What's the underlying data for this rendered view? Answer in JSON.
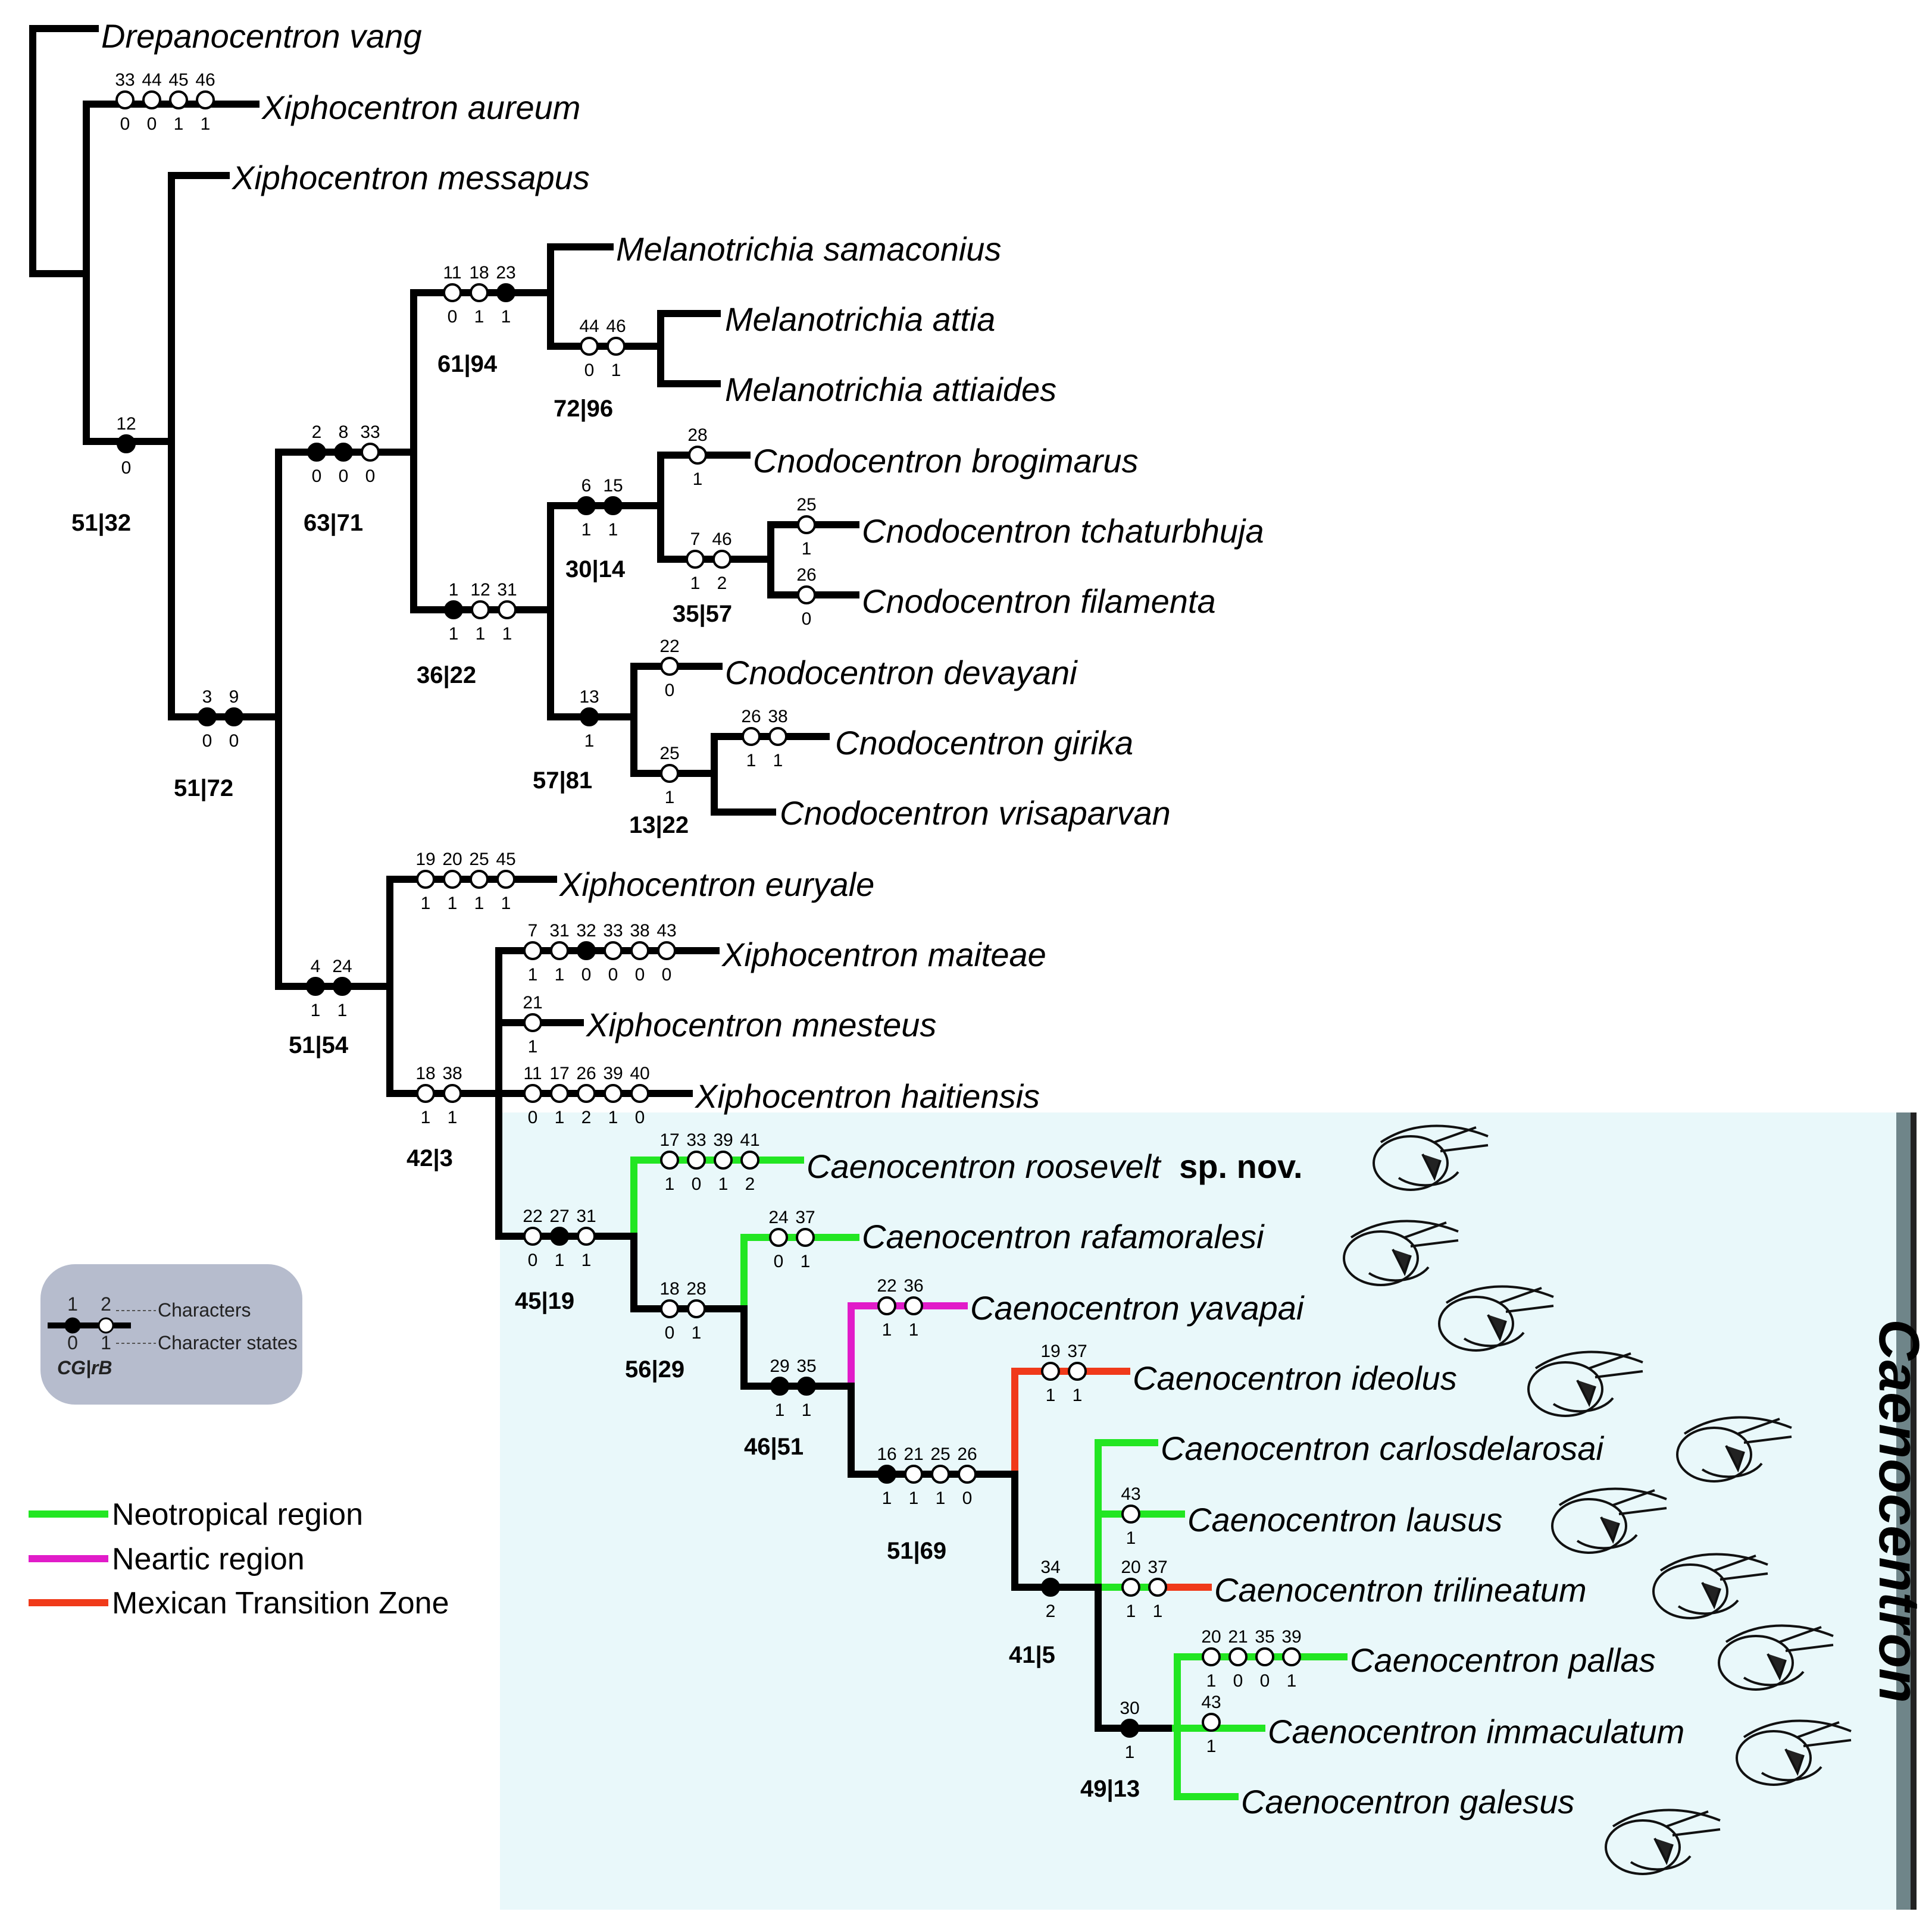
{
  "colors": {
    "black": "#000000",
    "neotropical": "#22e622",
    "nearctic": "#e11cc9",
    "mexican": "#f03a1a",
    "highlight_bg": "#e9f8fa",
    "key_bg": "#b6bccd"
  },
  "taxa": {
    "t01": "Drepanocentron vang",
    "t02": "Xiphocentron aureum",
    "t03": "Xiphocentron messapus",
    "t04": "Melanotrichia samaconius",
    "t05": "Melanotrichia attia",
    "t06": "Melanotrichia attiaides",
    "t07": "Cnodocentron brogimarus",
    "t08": "Cnodocentron tchaturbhuja",
    "t09": "Cnodocentron filamenta",
    "t10": "Cnodocentron devayani",
    "t11": "Cnodocentron girika",
    "t12": "Cnodocentron vrisaparvan",
    "t13": "Xiphocentron euryale",
    "t14": "Xiphocentron maiteae",
    "t15": "Xiphocentron mnesteus",
    "t16": "Xiphocentron haitiensis",
    "t17": "Caenocentron roosevelt",
    "t17_suffix": "sp. nov.",
    "t18": "Caenocentron rafamoralesi",
    "t19": "Caenocentron yavapai",
    "t20": "Caenocentron ideolus",
    "t21": "Caenocentron carlosdelarosai",
    "t22": "Caenocentron lausus",
    "t23": "Caenocentron trilineatum",
    "t24": "Caenocentron pallas",
    "t25": "Caenocentron immaculatum",
    "t26": "Caenocentron galesus"
  },
  "support": {
    "s1": "51|32",
    "s2": "51|72",
    "s3": "63|71",
    "s4": "61|94",
    "s5": "72|96",
    "s6": "36|22",
    "s7": "30|14",
    "s8": "35|57",
    "s9": "57|81",
    "s10": "13|22",
    "s11": "51|54",
    "s12": "42|3",
    "s13": "45|19",
    "s14": "56|29",
    "s15": "46|51",
    "s16": "51|69",
    "s17": "41|5",
    "s18": "49|13"
  },
  "legend": {
    "neotropical": "Neotropical region",
    "nearctic": "Neartic region",
    "mexican": "Mexican Transition Zone"
  },
  "key": {
    "char_1": "1",
    "char_2": "2",
    "state_0": "0",
    "state_1": "1",
    "characters": "Characters",
    "character_states": "Character states",
    "index": "CG|rB"
  },
  "genus_label": "Caenocentron",
  "characters": [
    {
      "id": "c-aureum",
      "nodes": [
        [
          "33",
          "0",
          0
        ],
        [
          "44",
          "0",
          0
        ],
        [
          "45",
          "1",
          0
        ],
        [
          "46",
          "1",
          0
        ]
      ]
    },
    {
      "id": "c-n12",
      "nodes": [
        [
          "12",
          "0",
          1
        ]
      ]
    },
    {
      "id": "c-n39",
      "nodes": [
        [
          "3",
          "0",
          1
        ],
        [
          "9",
          "0",
          1
        ]
      ]
    },
    {
      "id": "c-n2833",
      "nodes": [
        [
          "2",
          "0",
          1
        ],
        [
          "8",
          "0",
          1
        ],
        [
          "33",
          "0",
          0
        ]
      ]
    },
    {
      "id": "c-melano",
      "nodes": [
        [
          "11",
          "0",
          0
        ],
        [
          "18",
          "1",
          0
        ],
        [
          "23",
          "1",
          1
        ]
      ]
    },
    {
      "id": "c-attia",
      "nodes": [
        [
          "44",
          "0",
          0
        ],
        [
          "46",
          "1",
          0
        ]
      ]
    },
    {
      "id": "c-cnodo",
      "nodes": [
        [
          "1",
          "1",
          1
        ],
        [
          "12",
          "1",
          0
        ],
        [
          "31",
          "1",
          0
        ]
      ]
    },
    {
      "id": "c-n615",
      "nodes": [
        [
          "6",
          "1",
          1
        ],
        [
          "15",
          "1",
          1
        ]
      ]
    },
    {
      "id": "c-brogi",
      "nodes": [
        [
          "28",
          "1",
          0
        ]
      ]
    },
    {
      "id": "c-n746",
      "nodes": [
        [
          "7",
          "1",
          0
        ],
        [
          "46",
          "2",
          0
        ]
      ]
    },
    {
      "id": "c-tchat",
      "nodes": [
        [
          "25",
          "1",
          0
        ]
      ]
    },
    {
      "id": "c-filam",
      "nodes": [
        [
          "26",
          "0",
          0
        ]
      ]
    },
    {
      "id": "c-n13",
      "nodes": [
        [
          "13",
          "1",
          1
        ]
      ]
    },
    {
      "id": "c-devay",
      "nodes": [
        [
          "22",
          "0",
          0
        ]
      ]
    },
    {
      "id": "c-n25",
      "nodes": [
        [
          "25",
          "1",
          0
        ]
      ]
    },
    {
      "id": "c-girika",
      "nodes": [
        [
          "26",
          "1",
          0
        ],
        [
          "38",
          "1",
          0
        ]
      ]
    },
    {
      "id": "c-n424",
      "nodes": [
        [
          "4",
          "1",
          1
        ],
        [
          "24",
          "1",
          1
        ]
      ]
    },
    {
      "id": "c-euryale",
      "nodes": [
        [
          "19",
          "1",
          0
        ],
        [
          "20",
          "1",
          0
        ],
        [
          "25",
          "1",
          0
        ],
        [
          "45",
          "1",
          0
        ]
      ]
    },
    {
      "id": "c-n1838",
      "nodes": [
        [
          "18",
          "1",
          0
        ],
        [
          "38",
          "1",
          0
        ]
      ]
    },
    {
      "id": "c-maiteae",
      "nodes": [
        [
          "7",
          "1",
          0
        ],
        [
          "31",
          "1",
          0
        ],
        [
          "32",
          "0",
          1
        ],
        [
          "33",
          "0",
          0
        ],
        [
          "38",
          "0",
          0
        ],
        [
          "43",
          "0",
          0
        ]
      ]
    },
    {
      "id": "c-mnest",
      "nodes": [
        [
          "21",
          "1",
          0
        ]
      ]
    },
    {
      "id": "c-haiti",
      "nodes": [
        [
          "11",
          "0",
          0
        ],
        [
          "17",
          "1",
          0
        ],
        [
          "26",
          "2",
          0
        ],
        [
          "39",
          "1",
          0
        ],
        [
          "40",
          "0",
          0
        ]
      ]
    },
    {
      "id": "c-caeno",
      "nodes": [
        [
          "22",
          "0",
          0
        ],
        [
          "27",
          "1",
          1
        ],
        [
          "31",
          "1",
          0
        ]
      ]
    },
    {
      "id": "c-roos",
      "nodes": [
        [
          "17",
          "1",
          0
        ],
        [
          "33",
          "0",
          0
        ],
        [
          "39",
          "1",
          0
        ],
        [
          "41",
          "2",
          0
        ]
      ]
    },
    {
      "id": "c-n1828",
      "nodes": [
        [
          "18",
          "0",
          0
        ],
        [
          "28",
          "1",
          0
        ]
      ]
    },
    {
      "id": "c-rafa",
      "nodes": [
        [
          "24",
          "0",
          0
        ],
        [
          "37",
          "1",
          0
        ]
      ]
    },
    {
      "id": "c-n2935",
      "nodes": [
        [
          "29",
          "1",
          1
        ],
        [
          "35",
          "1",
          1
        ]
      ]
    },
    {
      "id": "c-yava",
      "nodes": [
        [
          "22",
          "1",
          0
        ],
        [
          "36",
          "1",
          0
        ]
      ]
    },
    {
      "id": "c-n16",
      "nodes": [
        [
          "16",
          "1",
          1
        ],
        [
          "21",
          "1",
          0
        ],
        [
          "25",
          "1",
          0
        ],
        [
          "26",
          "0",
          0
        ]
      ]
    },
    {
      "id": "c-ideo",
      "nodes": [
        [
          "19",
          "1",
          0
        ],
        [
          "37",
          "1",
          0
        ]
      ]
    },
    {
      "id": "c-n34",
      "nodes": [
        [
          "34",
          "2",
          1
        ]
      ]
    },
    {
      "id": "c-lausus",
      "nodes": [
        [
          "43",
          "1",
          0
        ]
      ]
    },
    {
      "id": "c-trili",
      "nodes": [
        [
          "20",
          "1",
          0
        ],
        [
          "37",
          "1",
          0
        ]
      ]
    },
    {
      "id": "c-n30",
      "nodes": [
        [
          "30",
          "1",
          1
        ]
      ]
    },
    {
      "id": "c-pallas",
      "nodes": [
        [
          "20",
          "1",
          0
        ],
        [
          "21",
          "0",
          0
        ],
        [
          "35",
          "0",
          0
        ],
        [
          "39",
          "1",
          0
        ]
      ]
    },
    {
      "id": "c-immac",
      "nodes": [
        [
          "43",
          "1",
          0
        ]
      ]
    }
  ]
}
